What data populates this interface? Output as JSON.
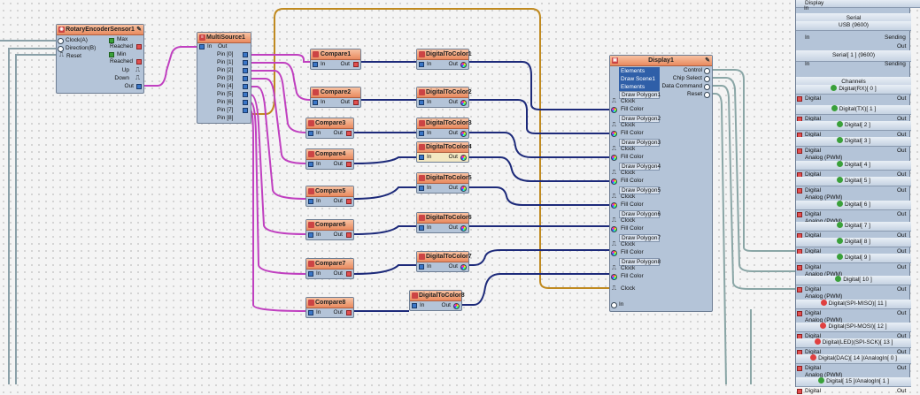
{
  "rotary": {
    "title": "RotaryEncoderSensor1",
    "in_pins": [
      "Clock(A)",
      "Direction(B)",
      "Reset"
    ],
    "max_label": "Max",
    "reached_label": "Reached",
    "min_label": "Min",
    "out_pins": [
      "Up",
      "Down",
      "Out"
    ]
  },
  "multisource": {
    "title": "MultiSource1",
    "in_label": "In",
    "out_label": "Out",
    "pins": [
      "Pin [0]",
      "Pin [1]",
      "Pin [2]",
      "Pin [3]",
      "Pin [4]",
      "Pin [5]",
      "Pin [6]",
      "Pin [7]",
      "Pin [8]"
    ]
  },
  "compares": [
    {
      "title": "Compare1",
      "in": "In",
      "out": "Out"
    },
    {
      "title": "Compare2",
      "in": "In",
      "out": "Out"
    },
    {
      "title": "Compare3",
      "in": "In",
      "out": "Out"
    },
    {
      "title": "Compare4",
      "in": "In",
      "out": "Out"
    },
    {
      "title": "Compare5",
      "in": "In",
      "out": "Out"
    },
    {
      "title": "Compare6",
      "in": "In",
      "out": "Out"
    },
    {
      "title": "Compare7",
      "in": "In",
      "out": "Out"
    },
    {
      "title": "Compare8",
      "in": "In",
      "out": "Out"
    }
  ],
  "colors": [
    {
      "title": "DigitalToColor1",
      "in": "In",
      "out": "Out"
    },
    {
      "title": "DigitalToColor2",
      "in": "In",
      "out": "Out"
    },
    {
      "title": "DigitalToColor3",
      "in": "In",
      "out": "Out"
    },
    {
      "title": "DigitalToColor4",
      "in": "In",
      "out": "Out"
    },
    {
      "title": "DigitalToColor5",
      "in": "In",
      "out": "Out"
    },
    {
      "title": "DigitalToColor6",
      "in": "In",
      "out": "Out"
    },
    {
      "title": "DigitalToColor7",
      "in": "In",
      "out": "Out"
    },
    {
      "title": "DigitalToColor8",
      "in": "In",
      "out": "Out"
    }
  ],
  "display": {
    "title": "Display1",
    "right_pins": [
      "Control",
      "Chip Select",
      "Data Command",
      "Reset"
    ],
    "top_rows": [
      "Elements",
      "Draw Scene1",
      "Elements"
    ],
    "polygons": [
      "Draw Polygon1",
      "Draw Polygon2",
      "Draw Polygon3",
      "Draw Polygon4",
      "Draw Polygon5",
      "Draw Polygon6",
      "Draw Polygon7",
      "Draw Polygon8"
    ],
    "clock_label": "Clock",
    "fill_label": "Fill Color",
    "bottom_clock": "Clock",
    "in_label": "In"
  },
  "arduino": {
    "top": "Display",
    "top_in": "In",
    "serial_label": "Serial",
    "usb": "USB (9600)",
    "in": "In",
    "sending": "Sending",
    "out": "Out",
    "serial1": "Serial[ 1 ] (9600)",
    "channels": "Channels",
    "digital_label": "Digital",
    "analog_label": "Analog (PWM)",
    "rows": [
      "Digital(RX)[ 0 ]",
      "Digital(TX)[ 1 ]",
      "Digital[ 2 ]",
      "Digital[ 3 ]",
      "Digital[ 4 ]",
      "Digital[ 5 ]",
      "Digital[ 6 ]",
      "Digital[ 7 ]",
      "Digital[ 8 ]",
      "Digital[ 9 ]",
      "Digital[ 10 ]",
      "Digital(SPI-MISO)[ 11 ]",
      "Digital(SPI-MOSI)[ 12 ]",
      "Digital(LED)(SPI-SCK)[ 13 ]",
      "Digital(DAC)[ 14 ]/AnalogIn[ 0 ]",
      "Digital[ 15 ]/AnalogIn[ 1 ]"
    ]
  }
}
